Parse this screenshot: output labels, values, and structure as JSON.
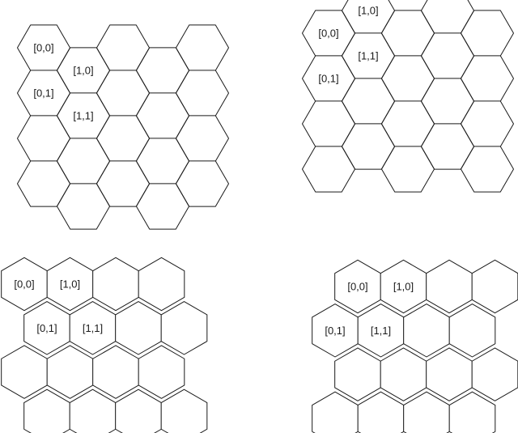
{
  "colors": {
    "stroke": "#1a1a1a",
    "fill": "#ffffff",
    "background": "#ffffff"
  },
  "grids": [
    {
      "id": "flat-top-odd-q-down",
      "orientation": "flat-top",
      "offset": "odd-columns-shifted-down",
      "columns": 5,
      "rows": 4,
      "labels": [
        {
          "col": 0,
          "row": 0,
          "text": "[0,0]"
        },
        {
          "col": 1,
          "row": 0,
          "text": "[1,0]"
        },
        {
          "col": 0,
          "row": 1,
          "text": "[0,1]"
        },
        {
          "col": 1,
          "row": 1,
          "text": "[1,1]"
        }
      ]
    },
    {
      "id": "flat-top-even-q-down",
      "orientation": "flat-top",
      "offset": "even-columns-shifted-down",
      "columns": 5,
      "rows": 4,
      "labels": [
        {
          "col": 0,
          "row": 0,
          "text": "[0,0]"
        },
        {
          "col": 1,
          "row": 0,
          "text": "[1,0]"
        },
        {
          "col": 0,
          "row": 1,
          "text": "[0,1]"
        },
        {
          "col": 1,
          "row": 1,
          "text": "[1,1]"
        }
      ]
    },
    {
      "id": "pointy-top-odd-r-right",
      "orientation": "pointy-top",
      "offset": "odd-rows-shifted-right",
      "columns": 4,
      "rows": 4,
      "labels": [
        {
          "col": 0,
          "row": 0,
          "text": "[0,0]"
        },
        {
          "col": 1,
          "row": 0,
          "text": "[1,0]"
        },
        {
          "col": 0,
          "row": 1,
          "text": "[0,1]"
        },
        {
          "col": 1,
          "row": 1,
          "text": "[1,1]"
        }
      ]
    },
    {
      "id": "pointy-top-even-r-right",
      "orientation": "pointy-top",
      "offset": "even-rows-shifted-right",
      "columns": 4,
      "rows": 4,
      "labels": [
        {
          "col": 0,
          "row": 0,
          "text": "[0,0]"
        },
        {
          "col": 1,
          "row": 0,
          "text": "[1,0]"
        },
        {
          "col": 0,
          "row": 1,
          "text": "[0,1]"
        },
        {
          "col": 1,
          "row": 1,
          "text": "[1,1]"
        }
      ]
    }
  ]
}
